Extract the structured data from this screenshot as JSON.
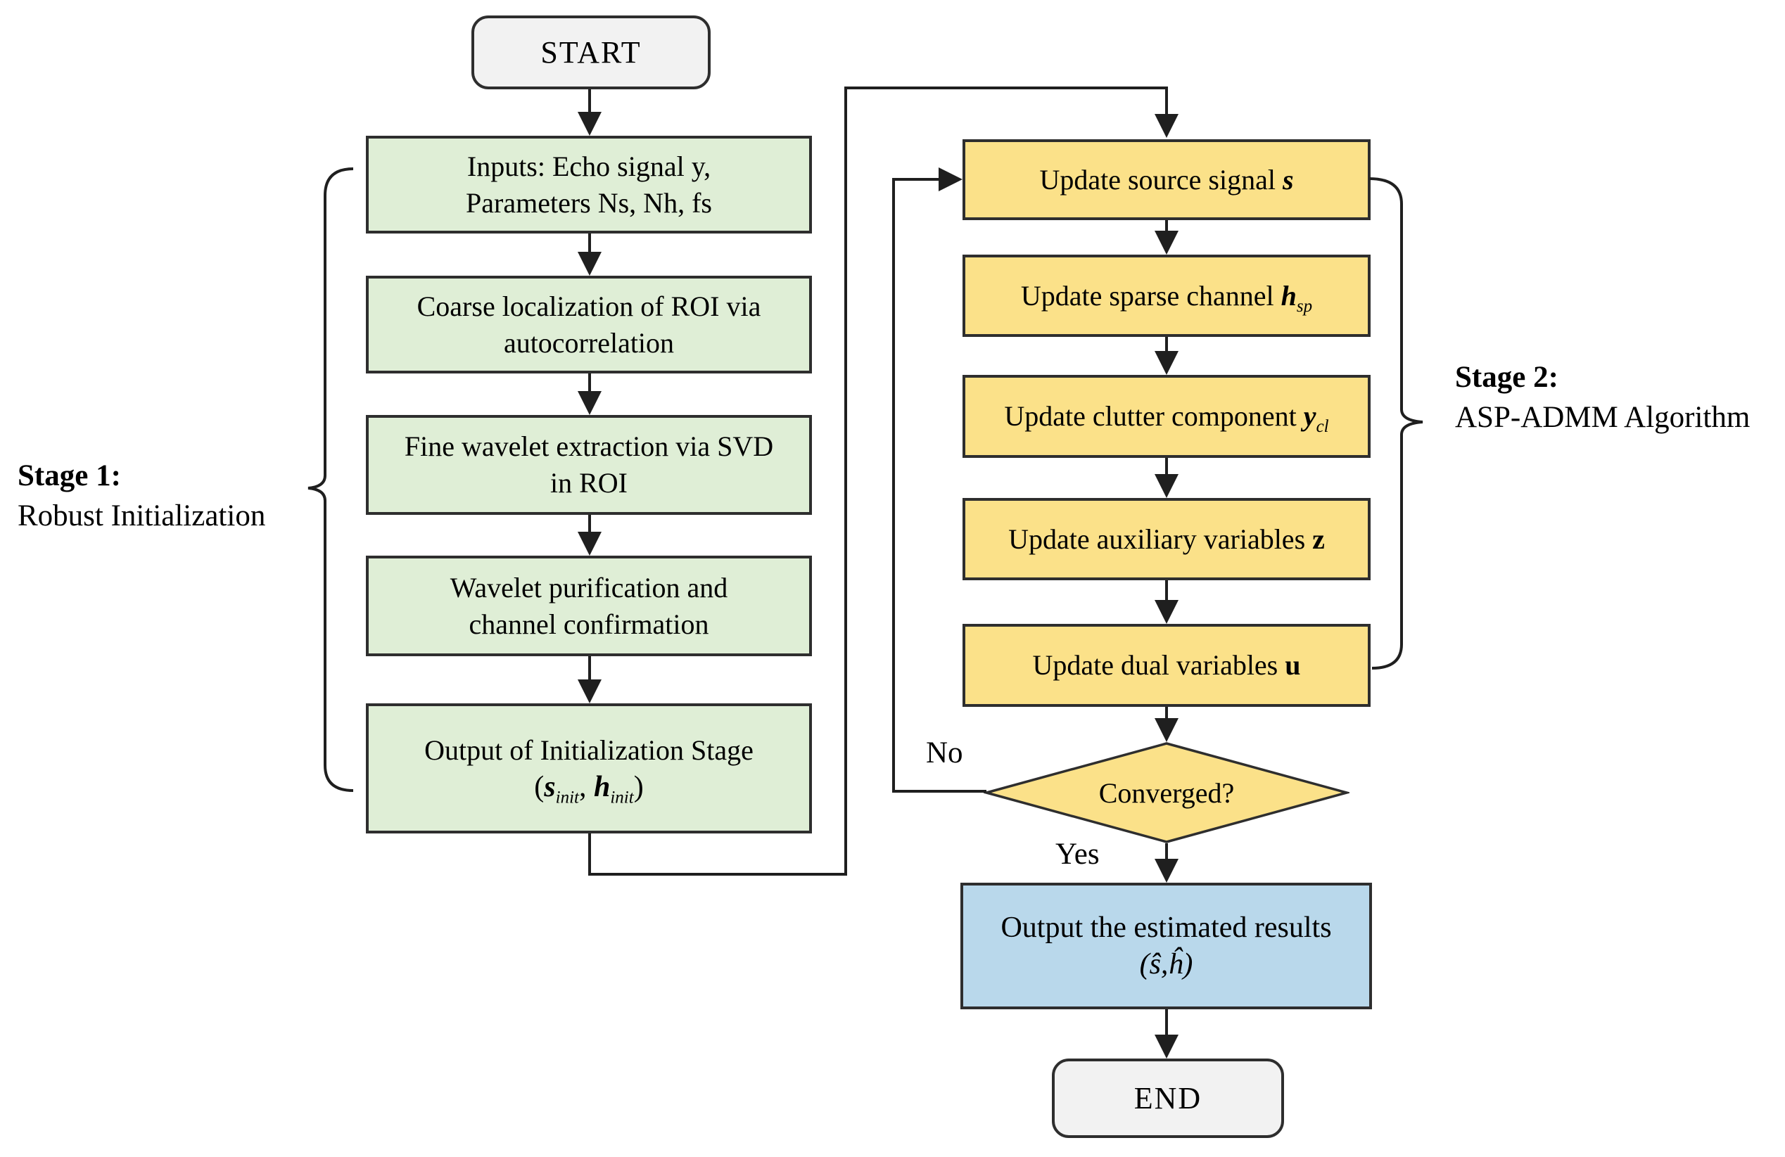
{
  "figure": {
    "type": "flowchart"
  },
  "colors": {
    "line": "#1f1f1f",
    "border": "#2e2e2e",
    "green": "#dfeed6",
    "yellow": "#fbe189",
    "blue": "#b9d8eb",
    "terminal": "#f2f2f2",
    "text": "#000000"
  },
  "terminals": {
    "start": "START",
    "end": "END"
  },
  "stage1": {
    "title": "Stage 1:",
    "subtitle": "Robust Initialization",
    "boxes": [
      {
        "line1": "Inputs: Echo signal y,",
        "line2": "Parameters Ns, Nh, fs"
      },
      {
        "line1": "Coarse localization of ROI via",
        "line2": "autocorrelation"
      },
      {
        "line1": "Fine wavelet extraction via SVD",
        "line2": "in ROI"
      },
      {
        "line1": "Wavelet purification and",
        "line2": "channel confirmation"
      },
      {
        "line1": "Output of Initialization Stage",
        "formula": {
          "open": "(",
          "var1": "s",
          "sub1": "init",
          "sep": ", ",
          "var2": "h",
          "sub2": "init",
          "close": ")"
        }
      }
    ]
  },
  "stage2": {
    "title": "Stage 2:",
    "subtitle": "ASP-ADMM Algorithm",
    "boxes": [
      {
        "text": "Update source signal ",
        "var": "s",
        "sub": ""
      },
      {
        "text": "Update sparse channel ",
        "var": "h",
        "sub": "sp"
      },
      {
        "text": "Update clutter component ",
        "var": "y",
        "sub": "cl"
      },
      {
        "text": "Update auxiliary variables ",
        "var": "z",
        "sub": ""
      },
      {
        "text": "Update dual variables ",
        "var": "u",
        "sub": ""
      }
    ],
    "decision": {
      "label": "Converged?"
    },
    "edges": {
      "yes": "Yes",
      "no": "No"
    },
    "output": {
      "line1": "Output the estimated results",
      "line2": "(ŝ,ĥ)"
    }
  }
}
